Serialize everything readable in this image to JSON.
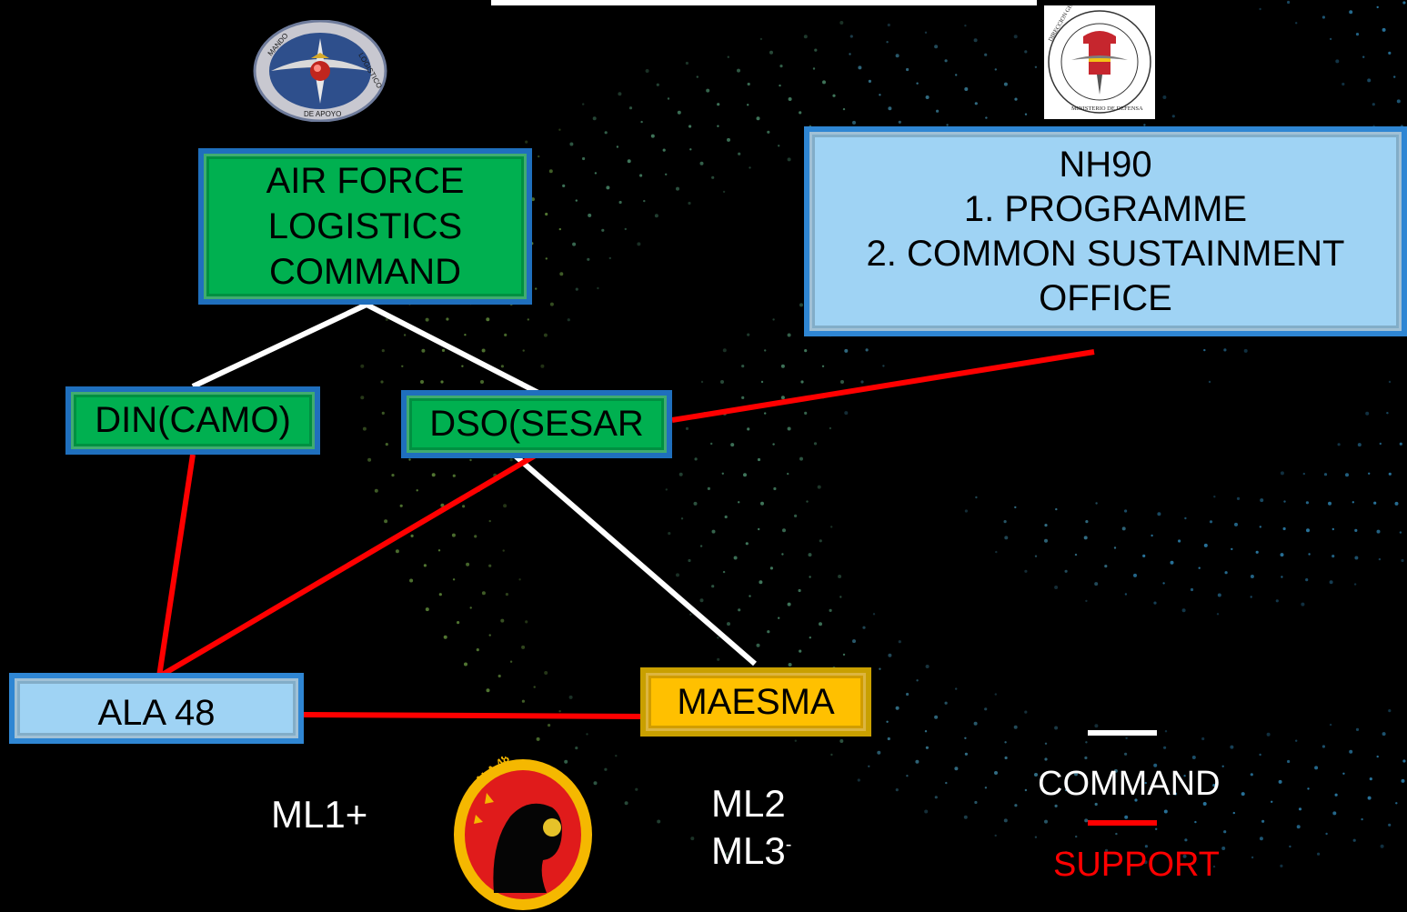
{
  "nodes": {
    "airforce": {
      "lines": [
        "AIR FORCE",
        "LOGISTICS",
        "COMMAND"
      ]
    },
    "nh90": {
      "lines": [
        "NH90",
        "1. PROGRAMME",
        "2. COMMON SUSTAINMENT",
        "OFFICE"
      ]
    },
    "din": {
      "label": "DIN(CAMO)"
    },
    "dso": {
      "label": "DSO(SESAR"
    },
    "ala48": {
      "label": "ALA 48"
    },
    "maesma": {
      "label": "MAESMA"
    }
  },
  "levels": {
    "ml1": "ML1+",
    "ml2": "ML2",
    "ml3": "ML3",
    "ml3_sup": "-"
  },
  "legend": {
    "command": "COMMAND",
    "support": "SUPPORT"
  },
  "emblems": {
    "af_text_top": "MANDO",
    "af_text_right": "LOGISTICO",
    "af_text_bottom": "DE APOYO",
    "dgam_text_top": "DIRECCION GENERAL DE ARMAMENTO Y MATERIAL",
    "dgam_text_bottom": "MINISTERIO DE DEFENSA",
    "ala_text": "ALA 48"
  },
  "colors": {
    "command": "#ffffff",
    "support": "#ff0000",
    "green_box": "#00b050",
    "blue_box": "#9fd3f4",
    "gold_box": "#ffc000"
  }
}
